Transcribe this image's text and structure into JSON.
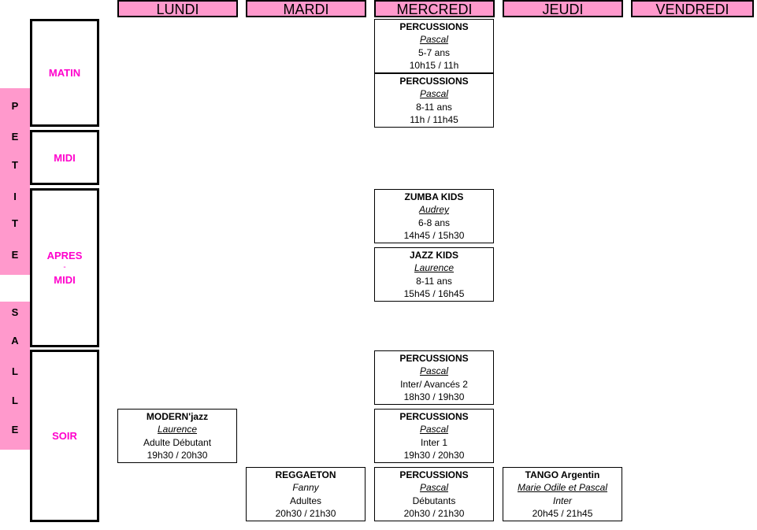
{
  "days": [
    "LUNDI",
    "MARDI",
    "MERCREDI",
    "JEUDI",
    "VENDREDI"
  ],
  "slots": {
    "matin": "MATIN",
    "midi": "MIDI",
    "apres_1": "APRES",
    "apres_sep": "-",
    "apres_2": "MIDI",
    "soir": "SOIR"
  },
  "side_letters": [
    "P",
    "E",
    "T",
    "I",
    "T",
    "E",
    "S",
    "A",
    "L",
    "L",
    "E"
  ],
  "classes": [
    {
      "title": "PERCUSSIONS",
      "teacher": "Pascal",
      "level": "5-7 ans",
      "time": "10h15 / 11h"
    },
    {
      "title": "PERCUSSIONS",
      "teacher": "Pascal",
      "level": "8-11 ans",
      "time": "11h / 11h45"
    },
    {
      "title": "ZUMBA KIDS",
      "teacher": "Audrey",
      "level": "6-8 ans",
      "time": "14h45 / 15h30"
    },
    {
      "title": "JAZZ KIDS",
      "teacher": "Laurence",
      "level": "8-11 ans",
      "time": "15h45 / 16h45"
    },
    {
      "title": "PERCUSSIONS",
      "teacher": "Pascal",
      "level": "Inter/ Avancés 2",
      "time": "18h30 / 19h30"
    },
    {
      "title": "MODERN'jazz",
      "teacher": "Laurence",
      "level": "Adulte Débutant",
      "time": "19h30 / 20h30"
    },
    {
      "title": "PERCUSSIONS",
      "teacher": "Pascal",
      "level": "Inter 1",
      "time": "19h30 / 20h30"
    },
    {
      "title": "REGGAETON",
      "teacher": "Fanny",
      "level": "Adultes",
      "time": "20h30 / 21h30"
    },
    {
      "title": "PERCUSSIONS",
      "teacher": "Pascal",
      "level": "Débutants",
      "time": "20h30 / 21h30"
    },
    {
      "title": "TANGO Argentin",
      "teacher": "Marie Odile et Pascal",
      "level": "Inter",
      "time": "20h45 / 21h45"
    }
  ]
}
